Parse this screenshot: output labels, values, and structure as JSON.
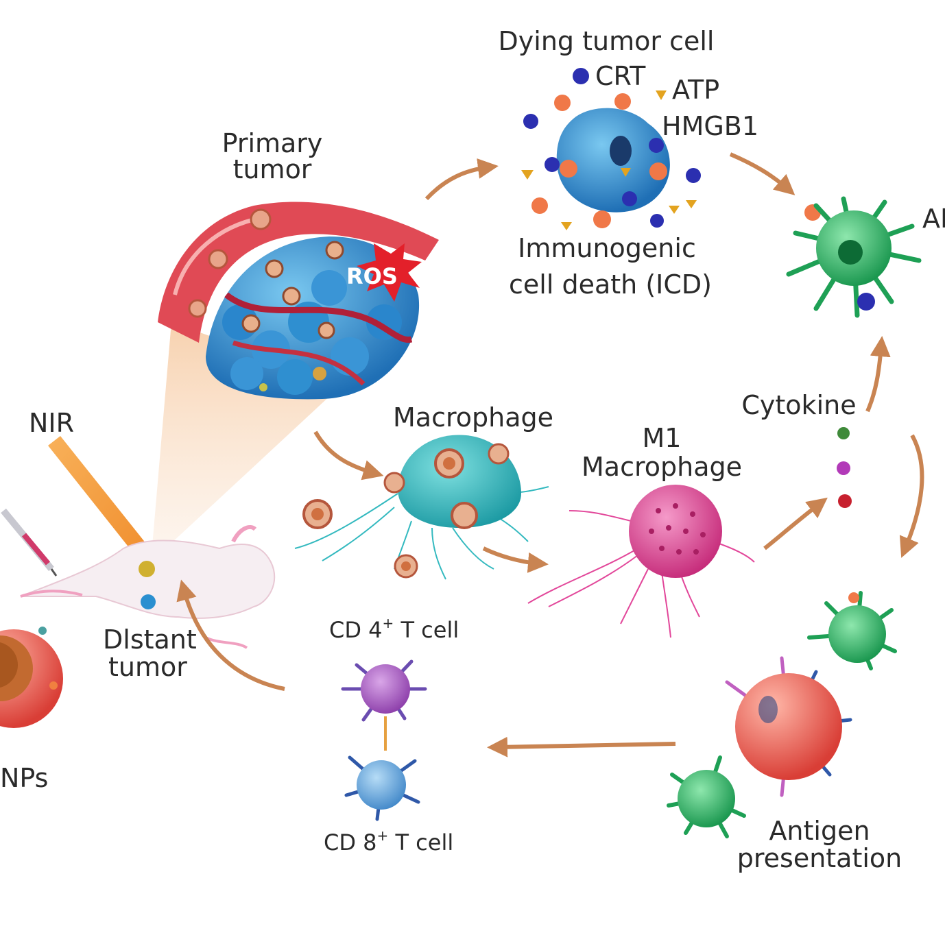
{
  "labels": {
    "dying_tumor_cell": "Dying tumor cell",
    "crt": "CRT",
    "atp": "ATP",
    "hmgb1": "HMGB1",
    "icd_line1": "Immunogenic",
    "icd_line2": "cell death (ICD)",
    "primary_tumor_line1": "Primary",
    "primary_tumor_line2": "tumor",
    "ros": "ROS",
    "apc_partial": "AP",
    "nir": "NIR",
    "macrophage": "Macrophage",
    "m1_line1": "M1",
    "m1_line2": "Macrophage",
    "cytokine": "Cytokine",
    "distant_line1": "Dlstant",
    "distant_line2": "tumor",
    "cd4_prefix": "CD 4",
    "cd4_sup": "+",
    "cd4_suffix": " T cell",
    "cd8_prefix": "CD 8",
    "cd8_sup": "+",
    "cd8_suffix": " T cell",
    "nps_partial": "NPs",
    "antigen_line1": "Antigen",
    "antigen_line2": "presentation"
  },
  "colors": {
    "arrow": "#c98452",
    "tumor_blue": "#2f8fd0",
    "vessel_red": "#e04a55",
    "macrophage_teal": "#33b9bf",
    "m1_pink": "#e2479a",
    "dc_green": "#2fb86a",
    "antigen_cell": "#e85a4f",
    "crt_blue": "#2b2fb0",
    "ros_red": "#e3202a",
    "nir_orange": "#f3a24a"
  }
}
